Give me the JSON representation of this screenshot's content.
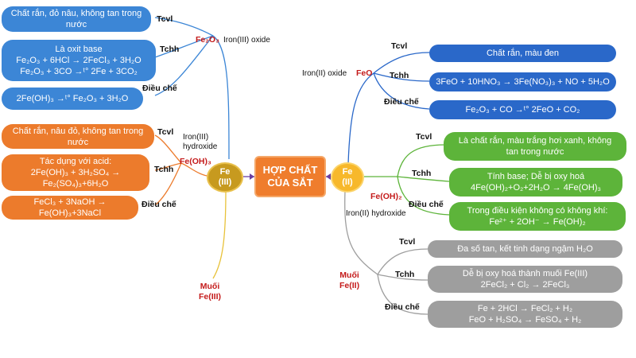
{
  "center": {
    "line1": "HỢP CHẤT",
    "line2": "CỦA SẮT"
  },
  "fe3": {
    "node": {
      "line1": "Fe",
      "line2": "(III)"
    },
    "oxide": {
      "formula": "Fe₂O₃",
      "name": "Iron(III) oxide",
      "labels": {
        "tcvl": "Tcvl",
        "tchh": "Tchh",
        "dieuche": "Điều chế"
      },
      "tcvl": [
        "Chất rắn,  đỏ nâu, không tan trong",
        "nước"
      ],
      "tchh": [
        "Là oxit base",
        "Fe₂O₃ + 6HCl → 2FeCl₃ + 3H₂O",
        "Fe₂O₃ + 3CO →ᵗ° 2Fe + 3CO₂"
      ],
      "dieuche": [
        "2Fe(OH)₃ →ᵗ° Fe₂O₃ + 3H₂O"
      ]
    },
    "hydroxide": {
      "formula": "Fe(OH)₃",
      "name": "Iron(III) hydroxide",
      "labels": {
        "tcvl": "Tcvl",
        "tchh": "Tchh",
        "dieuche": "Điều chế"
      },
      "tcvl": [
        "Chất rắn, nâu đỏ, không tan trong",
        "nước"
      ],
      "tchh": [
        "Tác dụng với acid:",
        "2Fe(OH)₃ + 3H₂SO₄ →",
        "Fe₂(SO₄)₃+6H₂O"
      ],
      "dieuche": [
        "FeCl₃ + 3NaOH →",
        "Fe(OH)₃+3NaCl"
      ]
    },
    "salt": {
      "line1": "Muối",
      "line2": "Fe(III)"
    }
  },
  "fe2": {
    "node": {
      "line1": "Fe",
      "line2": "(II)"
    },
    "oxide": {
      "formula": "FeO",
      "name": "Iron(II) oxide",
      "labels": {
        "tcvl": "Tcvl",
        "tchh": "Tchh",
        "dieuche": "Điều chế"
      },
      "tcvl": [
        "Chất rắn, màu đen"
      ],
      "tchh": [
        "3FeO + 10HNO₃ → 3Fe(NO₃)₃ + NO + 5H₂O"
      ],
      "dieuche": [
        "Fe₂O₃ + CO →ᵗ° 2FeO + CO₂"
      ]
    },
    "hydroxide": {
      "formula": "Fe(OH)₂",
      "name": "Iron(II) hydroxide",
      "labels": {
        "tcvl": "Tcvl",
        "tchh": "Tchh",
        "dieuche": "Điều chế"
      },
      "tcvl": [
        "Là chất rắn, màu trắng hơi xanh, không",
        "tan trong nước"
      ],
      "tchh": [
        "Tính base; Dễ bị oxy hoá",
        "4Fe(OH)₂+O₂+2H₂O → 4Fe(OH)₃"
      ],
      "dieuche": [
        "Trong điều kiện không có không khí:",
        "Fe²⁺ + 2OH⁻ → Fe(OH)₂"
      ]
    },
    "salt": {
      "line1": "Muối",
      "line2": "Fe(II)",
      "labels": {
        "tcvl": "Tcvl",
        "tchh": "Tchh",
        "dieuche": "Điều chế"
      },
      "tcvl": [
        "Đa số tan, kết tinh dạng ngậm H₂O"
      ],
      "tchh": [
        "Dễ bị oxy hoá thành muối Fe(III)",
        "2FeCl₂ + Cl₂ → 2FeCl₃"
      ],
      "dieuche": [
        "Fe + 2HCl → FeCl₂ + H₂",
        "FeO + H₂SO₄ → FeSO₄ + H₂"
      ]
    }
  }
}
